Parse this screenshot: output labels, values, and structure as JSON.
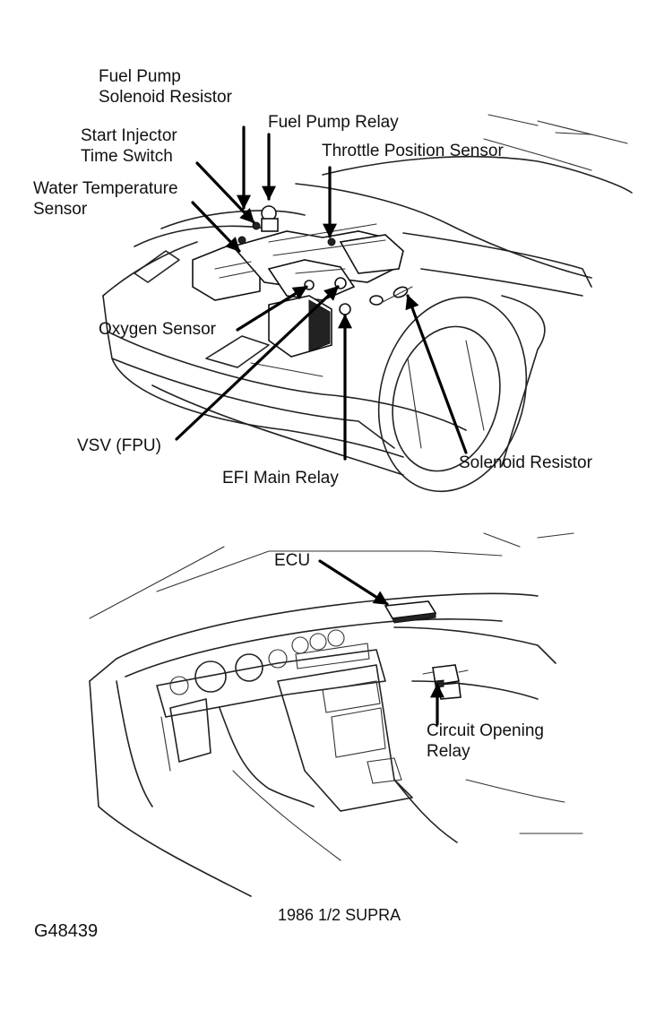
{
  "engine_labels": {
    "fuel_pump_solenoid_resistor": [
      "Fuel Pump",
      "Solenoid Resistor"
    ],
    "start_injector_time_switch": [
      "Start Injector",
      "Time Switch"
    ],
    "fuel_pump_relay": "Fuel Pump Relay",
    "throttle_position_sensor": "Throttle Position Sensor",
    "water_temperature_sensor": [
      "Water Temperature",
      "Sensor"
    ],
    "oxygen_sensor": "Oxygen Sensor",
    "vsv_fpu": "VSV (FPU)",
    "efi_main_relay": "EFI Main Relay",
    "solenoid_resistor": "Solenoid Resistor"
  },
  "dash_labels": {
    "ecu": "ECU",
    "circuit_opening_relay": [
      "Circuit Opening",
      "Relay"
    ]
  },
  "caption": "1986 1/2 SUPRA",
  "figure_id": "G48439"
}
